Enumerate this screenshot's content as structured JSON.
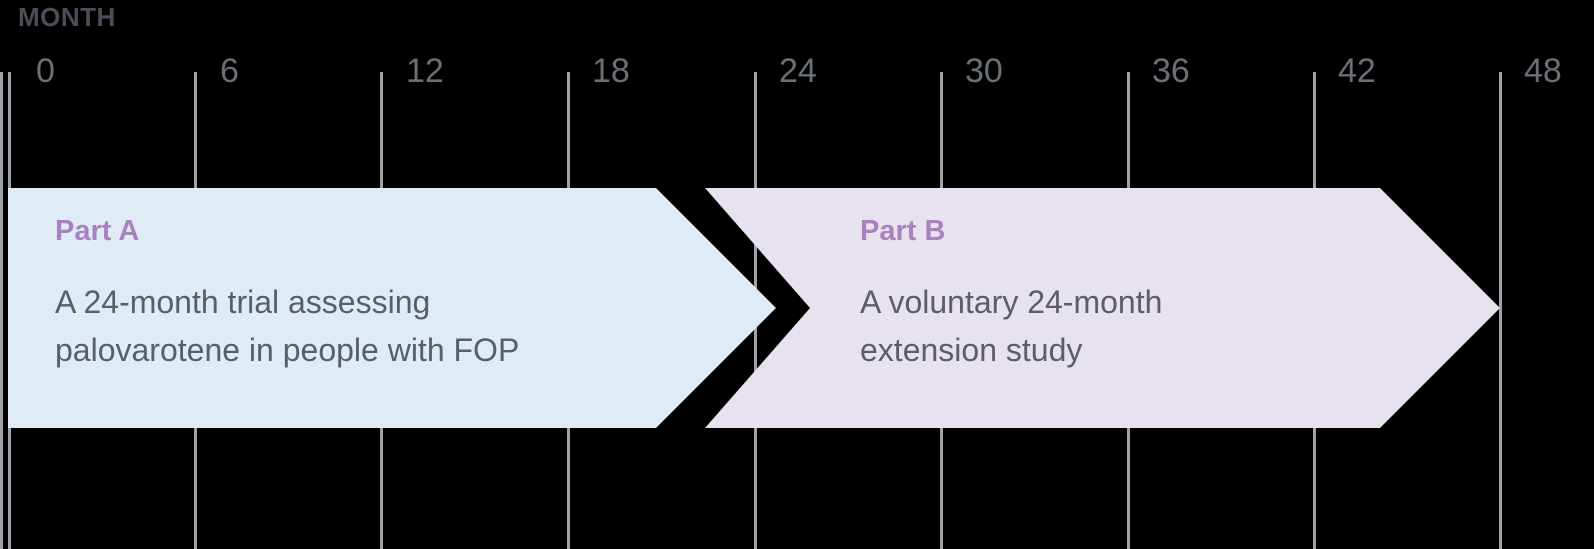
{
  "axis": {
    "title": "MONTH",
    "unit": "months",
    "ticks": [
      0,
      6,
      12,
      18,
      24,
      30,
      36,
      42,
      48
    ],
    "tick_labels": [
      "0",
      "6",
      "12",
      "18",
      "24",
      "30",
      "36",
      "42",
      "48"
    ],
    "range": [
      0,
      48
    ],
    "gridline_color": "#9ea3a9",
    "label_color": "#6b6f78",
    "title_color": "#4a4e57"
  },
  "background_color": "#000000",
  "phases": [
    {
      "id": "part-a",
      "name": "Part A",
      "description": "A 24-month trial assessing\npalovarotene in people with FOP",
      "start_month": 0,
      "end_month": 24,
      "duration_months": 24,
      "fill_color": "#e0ecf5",
      "name_color": "#a882bf",
      "text_color": "#5a5e66"
    },
    {
      "id": "part-b",
      "name": "Part B",
      "description": "A voluntary 24-month\nextension study",
      "start_month": 24,
      "end_month": 48,
      "duration_months": 24,
      "fill_color": "#e8e2ee",
      "name_color": "#a882bf",
      "text_color": "#5a5e66"
    }
  ],
  "chart_data": {
    "type": "table",
    "title": "MONTH",
    "xlabel": "MONTH",
    "ylabel": "",
    "xlim": [
      0,
      48
    ],
    "grid": true,
    "legend": "none",
    "categories": [
      "Part A",
      "Part B"
    ],
    "x": [
      0,
      6,
      12,
      18,
      24,
      30,
      36,
      42,
      48
    ],
    "series": [
      {
        "name": "Part A",
        "start": 0,
        "end": 24,
        "values": [
          0,
          24
        ]
      },
      {
        "name": "Part B",
        "start": 24,
        "end": 48,
        "values": [
          24,
          48
        ]
      }
    ]
  }
}
